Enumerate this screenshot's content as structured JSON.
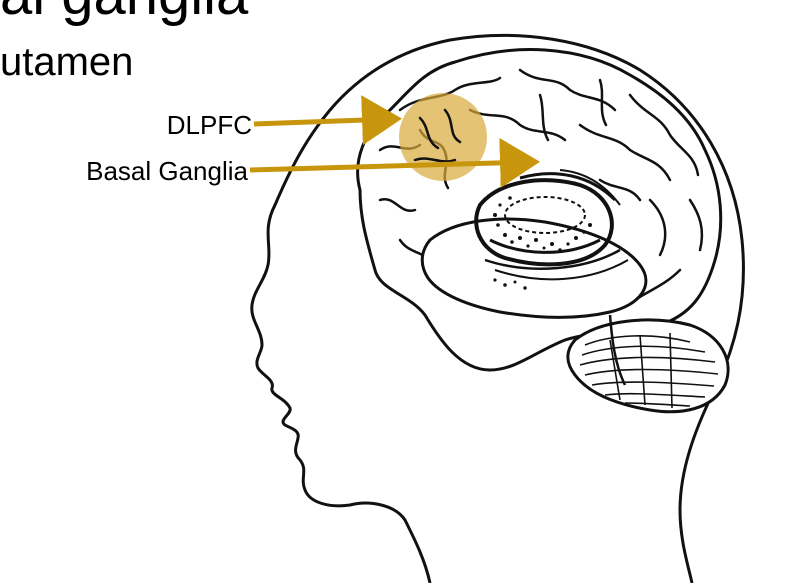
{
  "header": {
    "title_fragment": "al ganglia",
    "subtitle_fragment": "utamen"
  },
  "labels": {
    "dlpfc": "DLPFC",
    "basal_ganglia": "Basal Ganglia"
  },
  "colors": {
    "arrow": "#C8960C",
    "highlight": "#D9A93A",
    "ink": "#111111"
  }
}
